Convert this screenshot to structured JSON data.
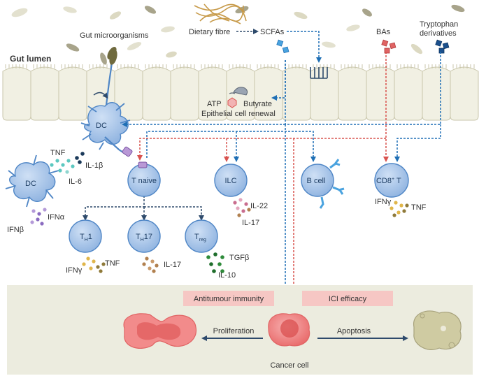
{
  "labels": {
    "gut_microorganisms": "Gut microorganisms",
    "dietary_fibre": "Dietary fibre",
    "scfas": "SCFAs",
    "bas": "BAs",
    "tryptophan_line1": "Tryptophan",
    "tryptophan_line2": "derivatives",
    "gut_lumen": "Gut lumen",
    "atp": "ATP",
    "butyrate": "Butyrate",
    "epithelial_renewal": "Epithelial cell renewal",
    "proliferation": "Proliferation",
    "apoptosis": "Apoptosis",
    "cancer_cell": "Cancer cell",
    "antitumour_immunity": "Antitumour immunity",
    "ici_efficacy": "ICI efficacy"
  },
  "cells": {
    "dc_main": "DC",
    "dc_secondary": "DC",
    "t_naive": "T naive",
    "ilc": "ILC",
    "b_cell": "B cell",
    "cd8_t": "CD8",
    "cd8_sup": "+",
    "cd8_t_suffix": " T",
    "th1_main": "T",
    "th1_sub": "H",
    "th1_suffix": "1",
    "th17_main": "T",
    "th17_sub": "H",
    "th17_suffix": "17",
    "treg_main": "T",
    "treg_sub": "reg"
  },
  "cytokines": {
    "tnf_dc": "TNF",
    "il1b": "IL-1β",
    "il6": "IL-6",
    "ifna": "IFNα",
    "ifnb": "IFNβ",
    "il22": "IL-22",
    "il17_ilc": "IL-17",
    "ifng_cd8": "IFNγ",
    "tnf_cd8": "TNF",
    "ifng_th1": "IFNγ",
    "tnf_th1": "TNF",
    "il17_th17": "IL-17",
    "tgfb": "TGFβ",
    "il10": "IL-10"
  },
  "colors": {
    "blue_arrow": "#1f6fb5",
    "red_arrow": "#d9534f",
    "navy_arrow": "#2e4a6b",
    "cell_fill": "#a9c6ea",
    "cell_stroke": "#4f86c6",
    "epithelium": "#f1f0e3",
    "bottom_panel": "#ececdf",
    "pink_box": "#f6c7c4"
  }
}
